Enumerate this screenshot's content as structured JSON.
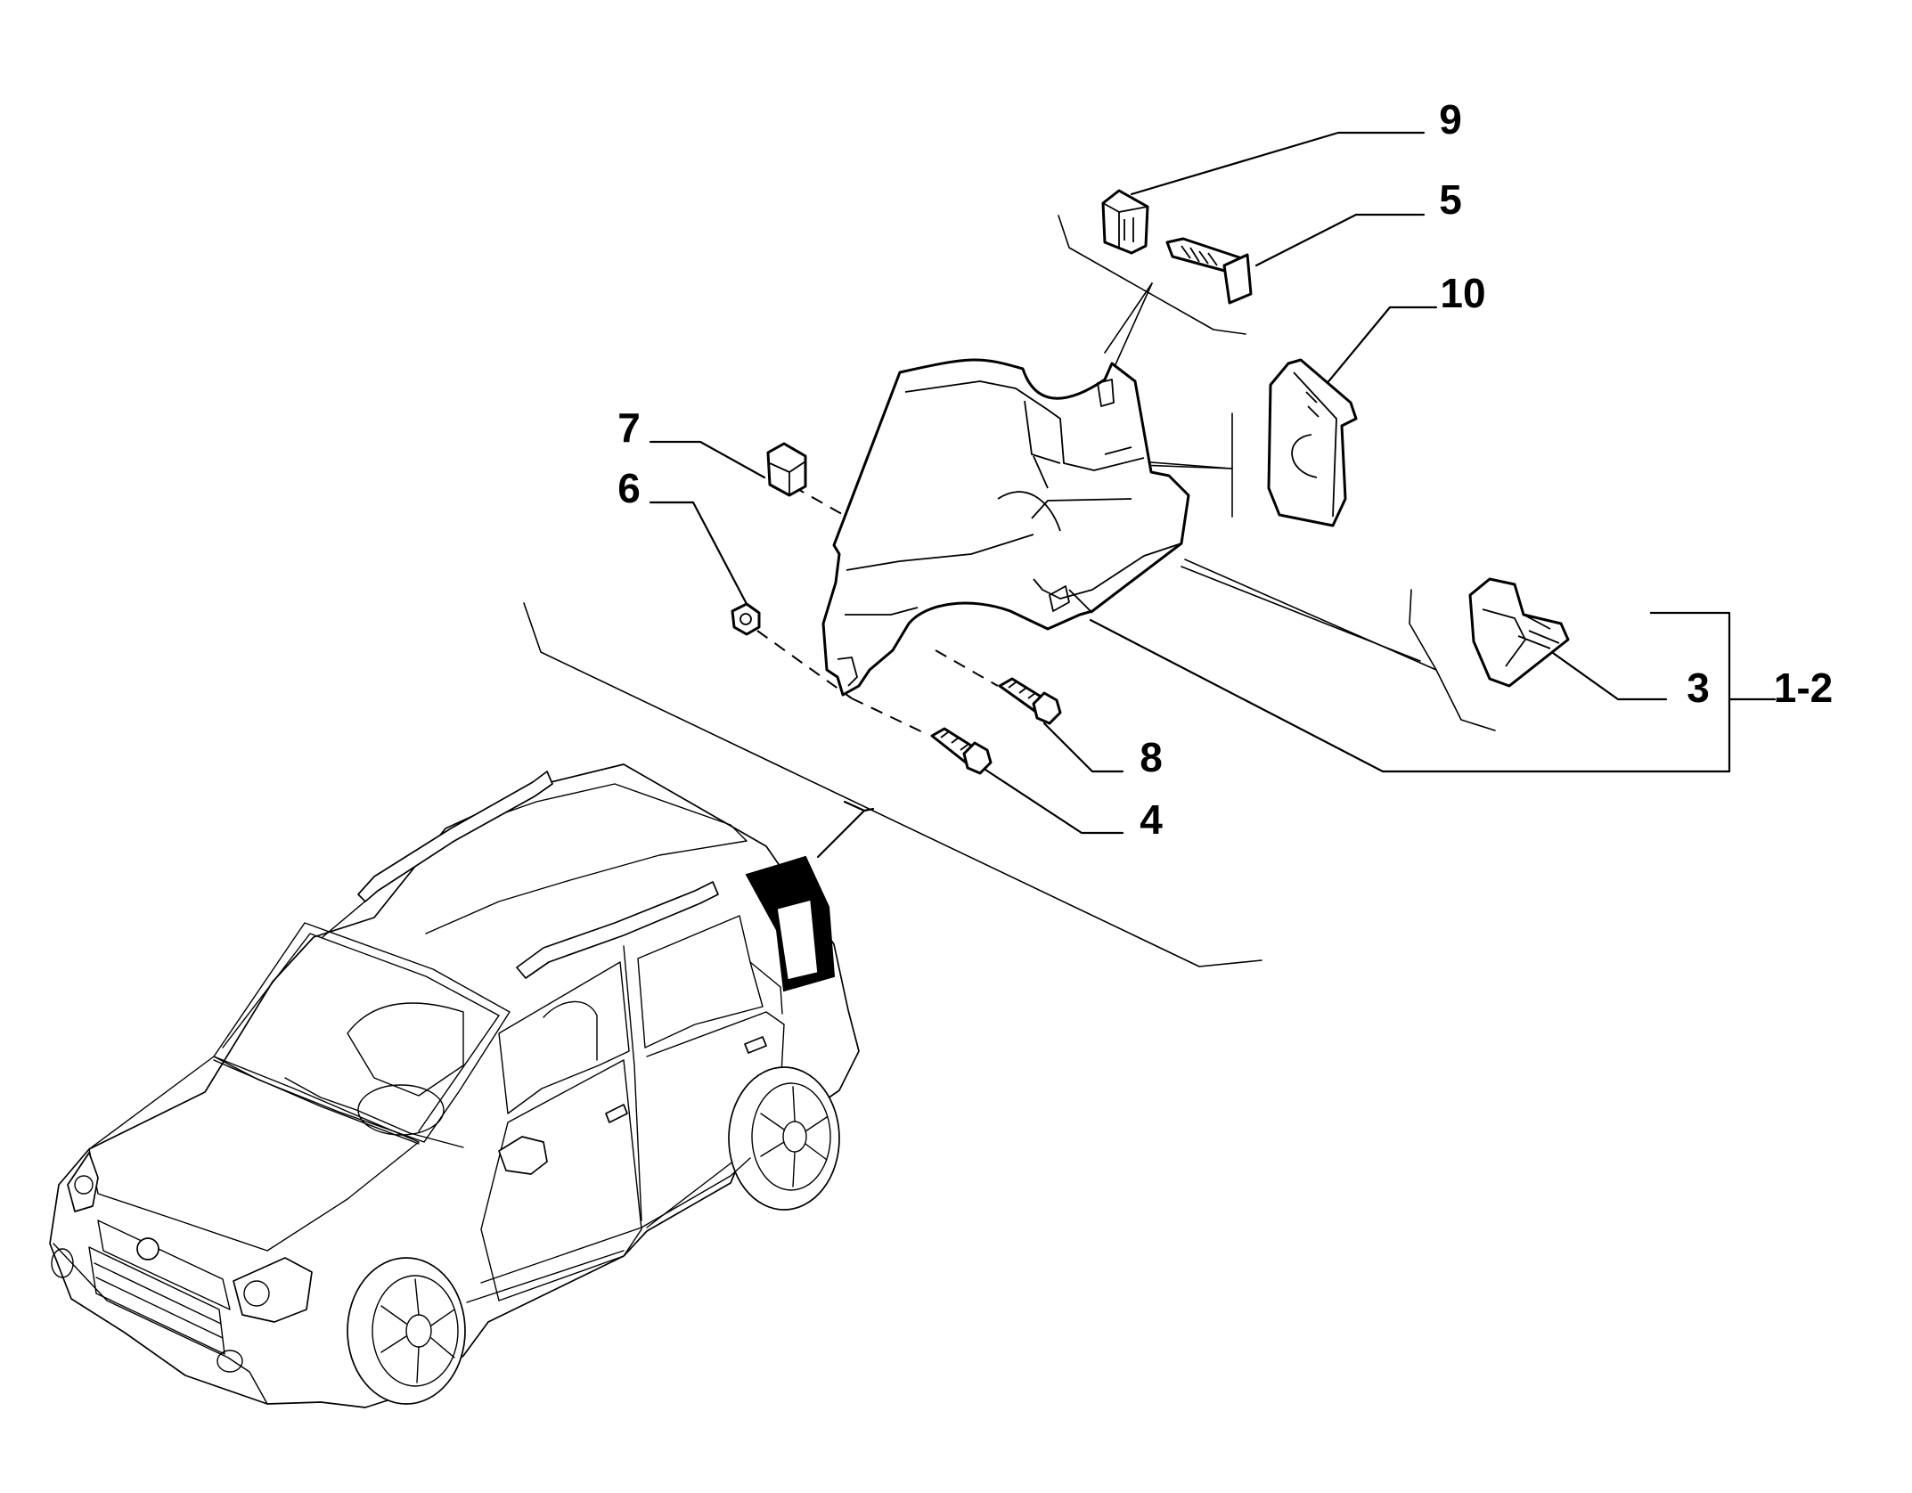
{
  "callouts": {
    "c9": "9",
    "c5": "5",
    "c10": "10",
    "c7": "7",
    "c6": "6",
    "c3": "3",
    "c12": "1-2",
    "c8": "8",
    "c4": "4"
  },
  "colors": {
    "line": "#000000",
    "background": "#ffffff",
    "highlight": "#000000"
  }
}
